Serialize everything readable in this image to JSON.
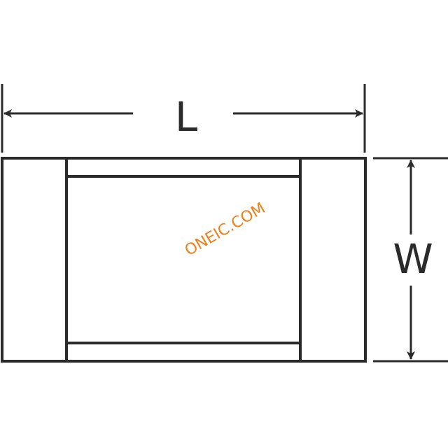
{
  "diagram": {
    "length_label": "L",
    "width_label": "W",
    "watermark": "ONEIC.COM",
    "colors": {
      "line": "#2b2b2b",
      "watermark": "#f07f1a",
      "background": "#ffffff"
    }
  }
}
